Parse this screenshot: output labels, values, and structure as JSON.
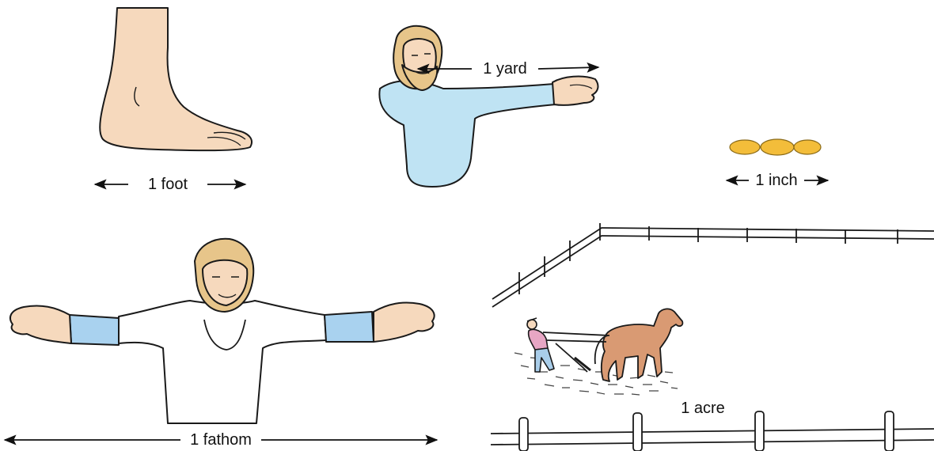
{
  "units": {
    "foot": "1 foot",
    "yard": "1 yard",
    "inch": "1 inch",
    "fathom": "1 fathom",
    "acre": "1 acre"
  },
  "colors": {
    "skin": "#f6d9bd",
    "shirt": "#bfe3f3",
    "cuff": "#a9d2ef",
    "hair": "#e7c58a",
    "grain": "#f3bd3a",
    "horse": "#d99a73",
    "farmer_shirt": "#e7a6c4",
    "farmer_pants": "#a9cde9",
    "ink": "#1a1a1a"
  }
}
